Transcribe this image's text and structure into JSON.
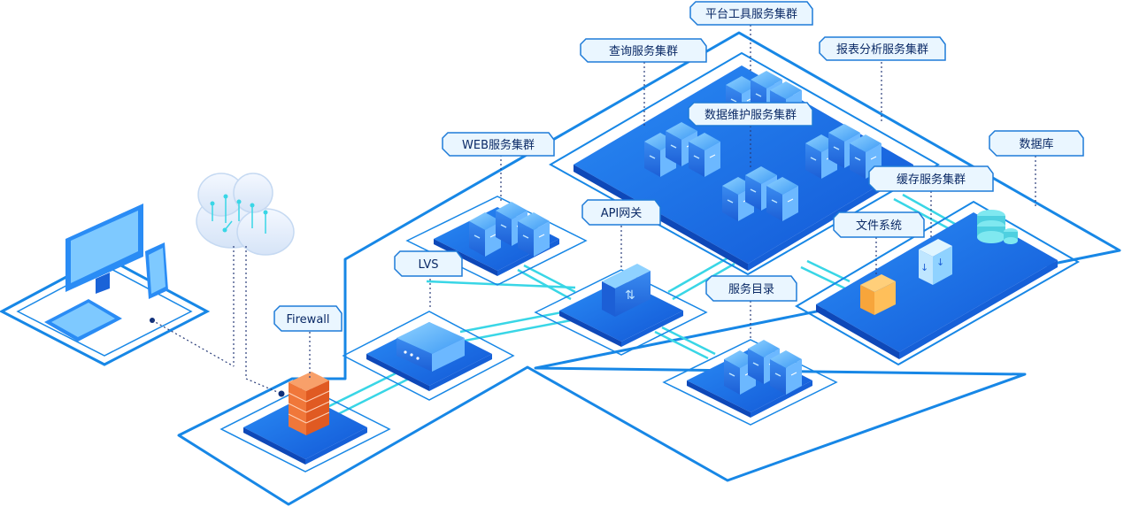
{
  "labels": {
    "platform_tools": "平台工具服务集群",
    "query": "查询服务集群",
    "report": "报表分析服务集群",
    "data_maint": "数据维护服务集群",
    "web": "WEB服务集群",
    "database": "数据库",
    "cache": "缓存服务集群",
    "api": "API网关",
    "file_system": "文件系统",
    "lvs": "LVS",
    "service_dir": "服务目录",
    "firewall": "Firewall"
  },
  "colors": {
    "platform_blue": "#1f7ff0",
    "border_blue": "#1787e6",
    "link_cyan": "#39d6e6",
    "tag_fill": "#eaf6ff",
    "tag_border": "#1e7bd8",
    "firewall_orange": "#f0773a"
  },
  "icons": [
    "desktop-monitor-icon",
    "tablet-icon",
    "phone-icon",
    "cloud-icon",
    "firewall-icon",
    "server-icon",
    "folder-icon",
    "database-icon"
  ]
}
